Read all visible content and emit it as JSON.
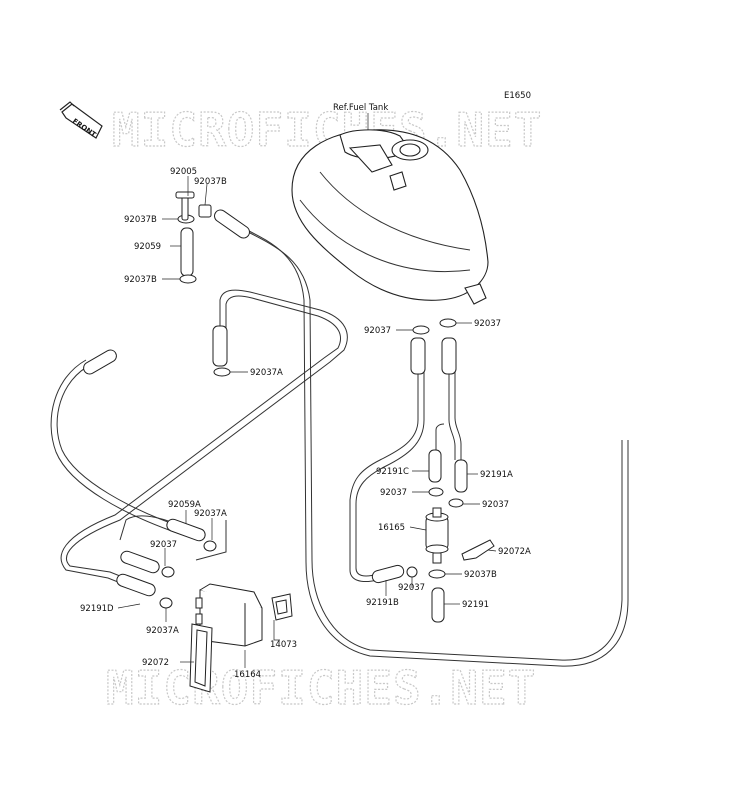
{
  "diagram_code": "E1650",
  "ref_label": "Ref.Fuel Tank",
  "front_label": "FRONT",
  "watermark": "MICROFICHES.NET",
  "parts": {
    "p92005": "92005",
    "p92037B_a": "92037B",
    "p92037B_b": "92037B",
    "p92059": "92059",
    "p92037B_c": "92037B",
    "p92037A_a": "92037A",
    "p92037_a": "92037",
    "p92037_b": "92037",
    "p92191C": "92191C",
    "p92191A": "92191A",
    "p92037_c": "92037",
    "p92037_d": "92037",
    "p16165": "16165",
    "p92072A": "92072A",
    "p92037B_d": "92037B",
    "p92037_e": "92037",
    "p92191B": "92191B",
    "p92191": "92191",
    "p92059A": "92059A",
    "p92037A_b": "92037A",
    "p92037_f": "92037",
    "p92191D": "92191D",
    "p92037A_c": "92037A",
    "p14073": "14073",
    "p92072": "92072",
    "p16164": "16164"
  }
}
